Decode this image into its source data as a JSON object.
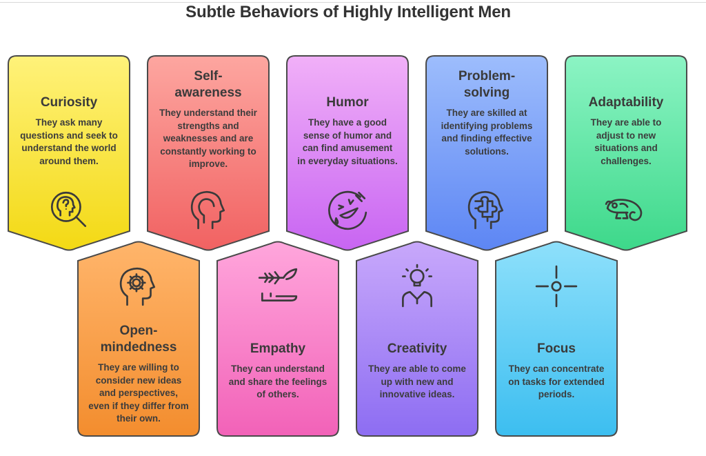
{
  "title": "Subtle Behaviors of Highly Intelligent Men",
  "cards": [
    {
      "heading": "Curiosity",
      "description": "They ask many questions and seek to understand the world around them.",
      "icon": "head-question-magnifier-icon",
      "color_top": "#fff27a",
      "color_bottom": "#f3d914"
    },
    {
      "heading": "Self-awareness",
      "description": "They understand their strengths and weaknesses and are constantly working to improve.",
      "icon": "head-profile-icon",
      "color_top": "#fda6a0",
      "color_bottom": "#f16262"
    },
    {
      "heading": "Humor",
      "description": "They have a good sense of humor and can find amusement in everyday situations.",
      "icon": "laughing-face-icon",
      "color_top": "#f1b0f8",
      "color_bottom": "#c865f2"
    },
    {
      "heading": "Problem-solving",
      "description": "They are skilled at identifying problems and finding effective solutions.",
      "icon": "puzzle-head-icon",
      "color_top": "#9dbdfc",
      "color_bottom": "#5d86f4"
    },
    {
      "heading": "Adaptability",
      "description": "They are able to adjust to new situations and challenges.",
      "icon": "chameleon-icon",
      "color_top": "#8cf4c4",
      "color_bottom": "#3dd88a"
    },
    {
      "heading": "Open-mindedness",
      "description": "They are willing to consider new ideas and perspectives, even if they differ from their own.",
      "icon": "head-gear-icon",
      "color_top": "#ffb56b",
      "color_bottom": "#f38d2e"
    },
    {
      "heading": "Empathy",
      "description": "They can understand and share the feelings of others.",
      "icon": "olive-branch-hand-icon",
      "color_top": "#ffa6dc",
      "color_bottom": "#f262b8"
    },
    {
      "heading": "Creativity",
      "description": "They are able to come up with new and innovative ideas.",
      "icon": "lightbulb-person-icon",
      "color_top": "#c8a8fb",
      "color_bottom": "#8d6df2"
    },
    {
      "heading": "Focus",
      "description": "They can concentrate on tasks for extended periods.",
      "icon": "crosshair-icon",
      "color_top": "#8ee0fb",
      "color_bottom": "#3cbef0"
    }
  ]
}
